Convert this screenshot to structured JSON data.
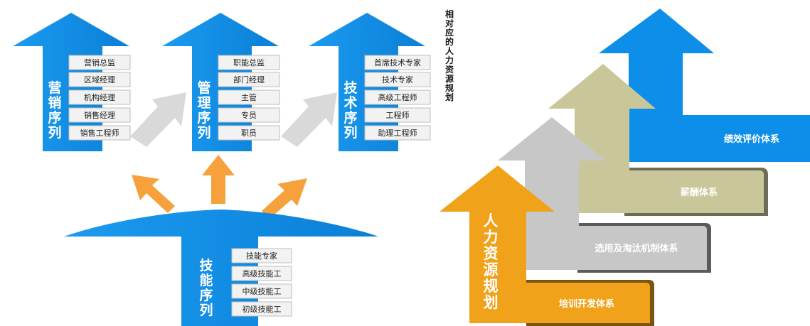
{
  "left_diagram": {
    "sequences": [
      {
        "name": "营销序列",
        "items": [
          "营销总监",
          "区域经理",
          "机构经理",
          "销售经理",
          "销售工程师"
        ]
      },
      {
        "name": "管理序列",
        "items": [
          "职能总监",
          "部门经理",
          "主管",
          "专员",
          "职员"
        ]
      },
      {
        "name": "技术序列",
        "items": [
          "首席技术专家",
          "技术专家",
          "高级工程师",
          "工程师",
          "助理工程师"
        ]
      }
    ],
    "base": {
      "name": "技能序列",
      "items": [
        "技能专家",
        "高级技能工",
        "中级技能工",
        "初级技能工"
      ]
    },
    "side_title": "相对应的人力资源规划",
    "colors": {
      "blue": "#0d8ee8",
      "orange": "#f7a13c",
      "grey_arrow": "#d8d8d8",
      "box": "#f2f2f2"
    }
  },
  "right_diagram": {
    "main": "人力资源规划",
    "steps": [
      "培训开发体系",
      "选用及淘汰机制体系",
      "薪酬体系",
      "绩效评价体系"
    ],
    "colors": {
      "orange": "#f0a21b",
      "grey": "#c7c7c7",
      "khaki": "#c9c79a",
      "blue": "#0d8ee8"
    }
  }
}
